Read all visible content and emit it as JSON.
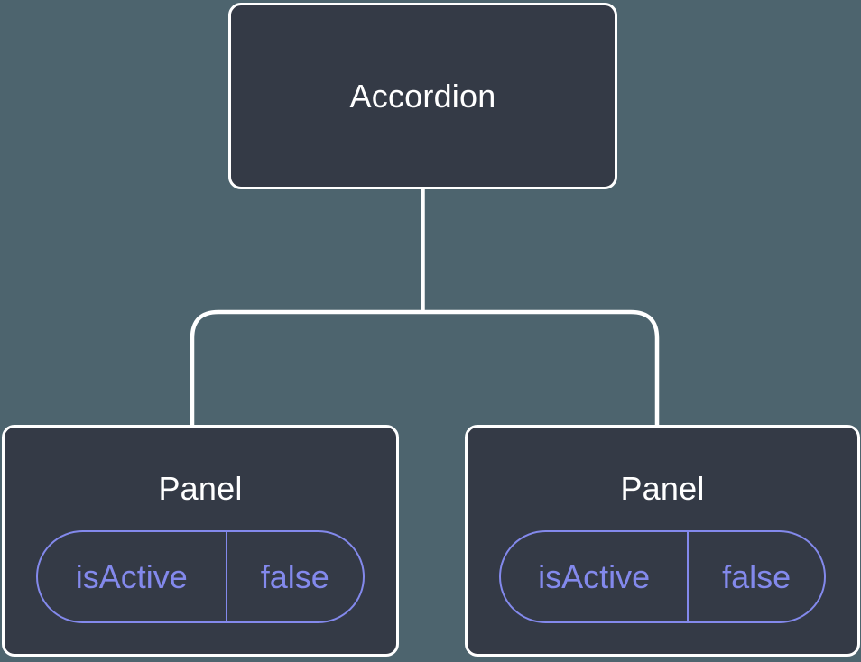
{
  "diagram": {
    "root": {
      "label": "Accordion"
    },
    "panels": [
      {
        "label": "Panel",
        "state": {
          "key": "isActive",
          "value": "false"
        }
      },
      {
        "label": "Panel",
        "state": {
          "key": "isActive",
          "value": "false"
        }
      }
    ]
  },
  "colors": {
    "background": "#4d646e",
    "node-fill": "#343a46",
    "node-border": "#ffffff",
    "node-text": "#ffffff",
    "state-accent": "#8389ec",
    "connector": "#ffffff"
  }
}
